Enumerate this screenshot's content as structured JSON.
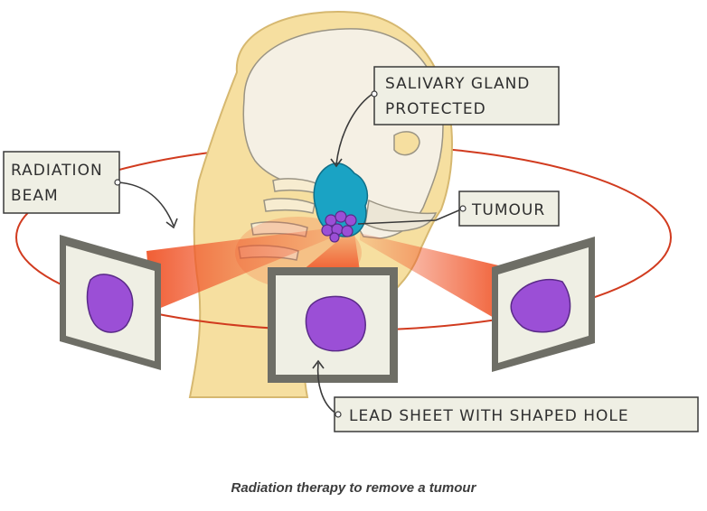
{
  "labels": {
    "radiation_beam": [
      "RADIATION",
      "BEAM"
    ],
    "salivary_gland": [
      "SALIVARY GLAND",
      "PROTECTED"
    ],
    "tumour": "TUMOUR",
    "lead_sheet": "LEAD SHEET WITH SHAPED HOLE"
  },
  "caption": "Radiation therapy to remove a tumour",
  "colors": {
    "orbit": "#d13b1f",
    "beam": "#f0562a",
    "skin": "#f6dfa0",
    "skull": "#f5f0e4",
    "gland": "#1aa3c4",
    "tumour": "#9b4fd6",
    "label_box": "#efefe4",
    "sheet_frame": "#6e6e66"
  }
}
